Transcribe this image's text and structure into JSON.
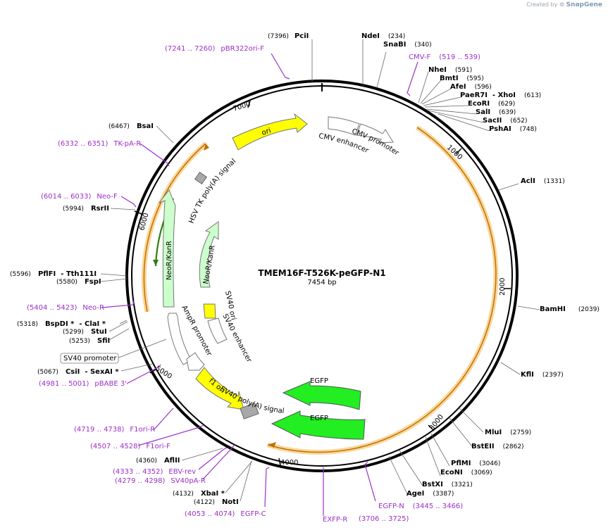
{
  "credit": {
    "prefix": "Created by",
    "brand": "SnapGene"
  },
  "plasmid": {
    "name": "TMEM16F-T526K-peGFP-N1",
    "length": "7454 bp",
    "total_bp": 7454
  },
  "ticks": [
    "1000",
    "2000",
    "3000",
    "4000",
    "5000",
    "6000",
    "7000"
  ],
  "sites": [
    {
      "name": "PciI",
      "pos": "(7396)",
      "pos_first": true
    },
    {
      "name": "NdeI",
      "pos": "(234)"
    },
    {
      "name": "SnaBI",
      "pos": "(340)"
    },
    {
      "name": "NheI",
      "pos": "(591)"
    },
    {
      "name": "BmtI",
      "pos": "(595)"
    },
    {
      "name": "AfeI",
      "pos": "(596)"
    },
    {
      "name": "PaeR7I  - XhoI",
      "pos": "(613)"
    },
    {
      "name": "EcoRI",
      "pos": "(629)"
    },
    {
      "name": "SalI",
      "pos": "(639)"
    },
    {
      "name": "SacII",
      "pos": "(652)"
    },
    {
      "name": "PshAI",
      "pos": "(748)"
    },
    {
      "name": "AclI",
      "pos": "(1331)"
    },
    {
      "name": "BamHI",
      "pos": "(2039)"
    },
    {
      "name": "KflI",
      "pos": "(2397)"
    },
    {
      "name": "MluI",
      "pos": "(2759)"
    },
    {
      "name": "BstEII",
      "pos": "(2862)"
    },
    {
      "name": "PflMI",
      "pos": "(3046)"
    },
    {
      "name": "EcoNI",
      "pos": "(3069)"
    },
    {
      "name": "BstXI",
      "pos": "(3321)"
    },
    {
      "name": "AgeI",
      "pos": "(3387)"
    },
    {
      "name": "NotI",
      "pos": "(4122)",
      "pos_first": true
    },
    {
      "name": "XbaI *",
      "pos": "(4132)",
      "pos_first": true
    },
    {
      "name": "AflII",
      "pos": "(4360)",
      "pos_first": true
    },
    {
      "name": "CsiI  - SexAI *",
      "pos": "(5067)",
      "pos_first": true
    },
    {
      "name": "SfiI",
      "pos": "(5253)",
      "pos_first": true
    },
    {
      "name": "StuI",
      "pos": "(5299)",
      "pos_first": true
    },
    {
      "name": "BspDI *  - ClaI *",
      "pos": "(5318)",
      "pos_first": true
    },
    {
      "name": "FspI",
      "pos": "(5580)",
      "pos_first": true
    },
    {
      "name": "PflFI  - Tth111I",
      "pos": "(5596)",
      "pos_first": true
    },
    {
      "name": "RsrII",
      "pos": "(5994)",
      "pos_first": true
    },
    {
      "name": "BsaI",
      "pos": "(6467)",
      "pos_first": true
    }
  ],
  "primers": [
    {
      "name": "pBR322ori-F",
      "pos": "(7241 .. 7260)",
      "pos_first": true
    },
    {
      "name": "CMV-F",
      "pos": "(519 .. 539)"
    },
    {
      "name": "TK-pA-R",
      "pos": "(6332 .. 6351)",
      "pos_first": true
    },
    {
      "name": "Neo-F",
      "pos": "(6014 .. 6033)",
      "pos_first": true
    },
    {
      "name": "Neo-R",
      "pos": "(5404 .. 5423)",
      "pos_first": true
    },
    {
      "name": "pBABE 3'",
      "pos": "(4981 .. 5001)",
      "pos_first": true
    },
    {
      "name": "F1ori-R",
      "pos": "(4719 .. 4738)",
      "pos_first": true
    },
    {
      "name": "F1ori-F",
      "pos": "(4507 .. 4528)",
      "pos_first": true
    },
    {
      "name": "EBV-rev",
      "pos": "(4333 .. 4352)",
      "pos_first": true
    },
    {
      "name": "SV40pA-R",
      "pos": "(4279 .. 4298)",
      "pos_first": true
    },
    {
      "name": "EGFP-C",
      "pos": "(4053 .. 4074)",
      "pos_first": true
    },
    {
      "name": "EXFP-R",
      "pos": ""
    },
    {
      "name": "EGFP-N",
      "pos": "(3445 .. 3466)"
    },
    {
      "name": "",
      "pos": "(3706 .. 3725)"
    }
  ],
  "features": {
    "ori": "ori",
    "cmv_promoter": "CMV promoter",
    "cmv_enhancer": "CMV enhancer",
    "hsv_tk_polya": "HSV TK poly(A) signal",
    "neor_outer": "NeoR/KanR",
    "neor_inner": "NeoR/KanR",
    "ampr_promoter": "AmpR promoter",
    "sv40_ori": "SV40 ori",
    "sv40_enhancer": "SV40 enhancer",
    "sv40_promoter": "SV40 promoter",
    "f1_ori": "f1 ori",
    "sv40_polya": "SV40 poly(A) signal",
    "egfp_1": "EGFP",
    "egfp_2": "EGFP"
  },
  "colors": {
    "backbone": "#000000",
    "ori": "#ffff00",
    "neor": "#ccffcc",
    "egfp": "#22ee22",
    "orf": "#f5b44a",
    "primer": "#9b2fc8",
    "site_line": "#666666"
  }
}
